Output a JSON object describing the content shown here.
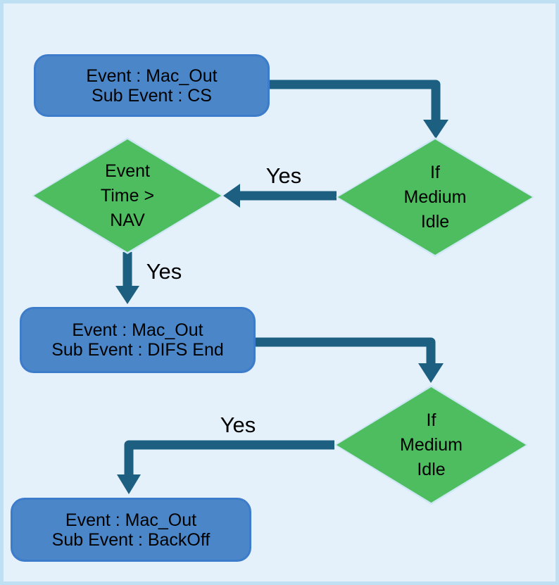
{
  "diagram": {
    "type": "flowchart",
    "nodes": {
      "box1": {
        "shape": "process",
        "lines": [
          "Event : Mac_Out",
          "Sub Event : CS"
        ]
      },
      "decision1": {
        "shape": "decision",
        "lines": [
          "If",
          "Medium",
          "Idle"
        ]
      },
      "decision2": {
        "shape": "decision",
        "lines": [
          "Event",
          "Time >",
          "NAV"
        ]
      },
      "box2": {
        "shape": "process",
        "lines": [
          "Event : Mac_Out",
          "Sub Event : DIFS End"
        ]
      },
      "decision3": {
        "shape": "decision",
        "lines": [
          "If",
          "Medium",
          "Idle"
        ]
      },
      "box3": {
        "shape": "process",
        "lines": [
          "Event : Mac_Out",
          "Sub Event : BackOff"
        ]
      }
    },
    "edges": {
      "box1_to_decision1": {
        "label": ""
      },
      "decision1_to_decision2": {
        "label": "Yes"
      },
      "decision2_to_box2": {
        "label": "Yes"
      },
      "box2_to_decision3": {
        "label": ""
      },
      "decision3_to_box3": {
        "label": "Yes"
      }
    },
    "colors": {
      "background": "#e4f1fb",
      "frame": "#bfdff2",
      "process_fill": "#4a86c8",
      "process_border": "#3d7ccb",
      "decision_fill": "#4dbd5f",
      "decision_border": "#cde7f5",
      "arrow": "#1d5f80",
      "text": "#000000"
    }
  }
}
